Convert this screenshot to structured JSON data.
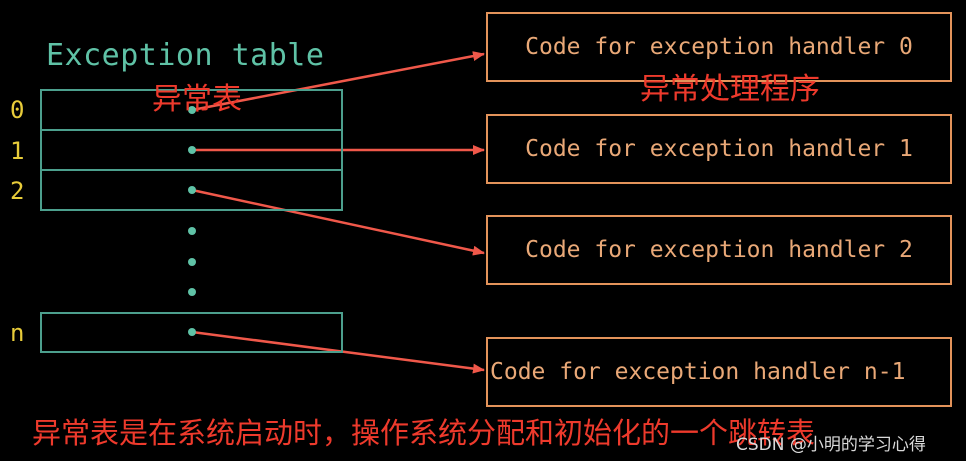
{
  "exception_table": {
    "title": "Exception table",
    "title_cn": "异常表",
    "indices": [
      "0",
      "1",
      "2",
      "n"
    ]
  },
  "handlers": [
    {
      "label": "Code for exception handler 0"
    },
    {
      "label": "Code for exception handler 1"
    },
    {
      "label": "Code for exception handler 2"
    },
    {
      "label": "Code for exception handler n-1"
    }
  ],
  "handlers_title_cn": "异常处理程序",
  "caption": "异常表是在系统启动时，操作系统分配和初始化的一个跳转表",
  "watermark": "CSDN @小明的学习心得",
  "colors": {
    "background": "#000000",
    "table_border": "#4c9f8d",
    "table_title": "#5fc2a6",
    "index_text": "#e8cc3a",
    "handler_border": "#e3935a",
    "handler_text": "#e9a877",
    "arrow": "#f0584a",
    "annotation": "#ee3a2c"
  }
}
